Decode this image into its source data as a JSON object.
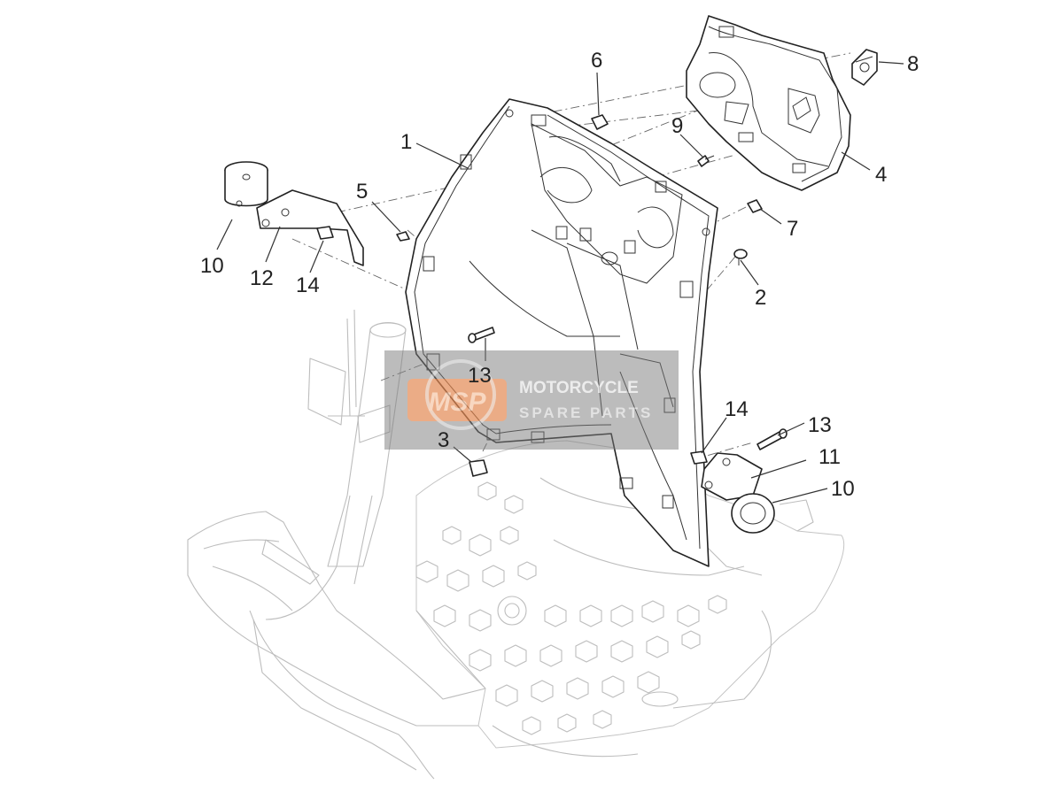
{
  "callouts": {
    "c1": "1",
    "c2": "2",
    "c3": "3",
    "c4": "4",
    "c5": "5",
    "c6": "6",
    "c7": "7",
    "c8": "8",
    "c9": "9",
    "c10a": "10",
    "c10b": "10",
    "c11": "11",
    "c12": "12",
    "c13a": "13",
    "c13b": "13",
    "c14a": "14",
    "c14b": "14"
  },
  "watermark": {
    "logo": "MSP",
    "line1": "MOTORCYCLE",
    "line2": "SPARE PARTS",
    "accent_color": "#f08a4b",
    "panel_color": "#7a7a7a"
  },
  "colors": {
    "line": "#222222",
    "ghost": "#bdbdbd",
    "background": "#ffffff"
  }
}
